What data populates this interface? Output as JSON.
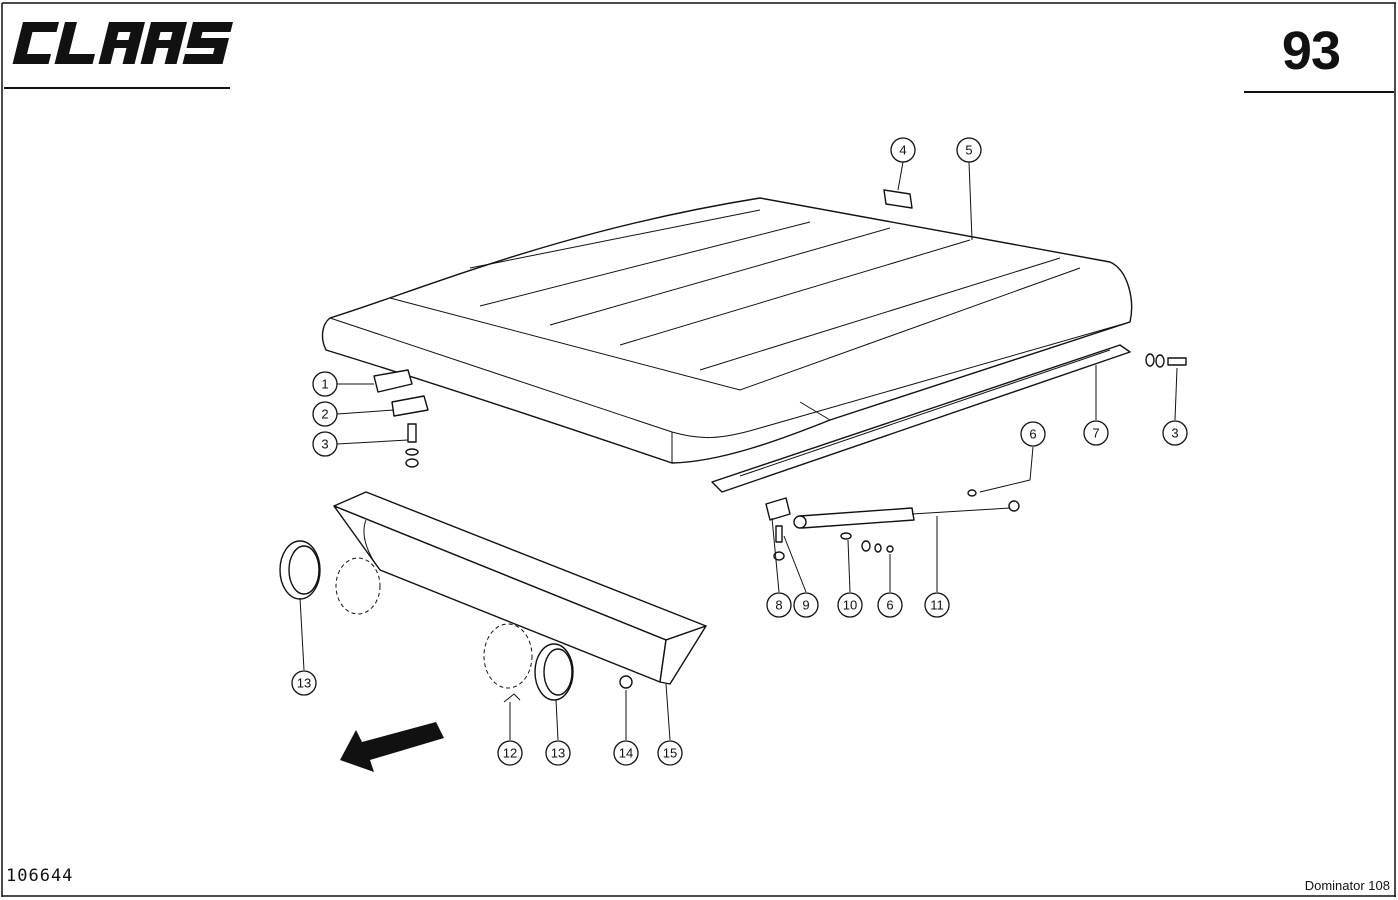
{
  "header": {
    "brand_logo_text": "CLAAS",
    "page_number": "93"
  },
  "footer": {
    "document_id": "106644",
    "model": "Dominator 108"
  },
  "callouts": [
    {
      "id": "c1",
      "label": "1"
    },
    {
      "id": "c2",
      "label": "2"
    },
    {
      "id": "c3a",
      "label": "3"
    },
    {
      "id": "c3b",
      "label": "3"
    },
    {
      "id": "c4",
      "label": "4"
    },
    {
      "id": "c5",
      "label": "5"
    },
    {
      "id": "c6a",
      "label": "6"
    },
    {
      "id": "c6b",
      "label": "6"
    },
    {
      "id": "c7",
      "label": "7"
    },
    {
      "id": "c8",
      "label": "8"
    },
    {
      "id": "c9",
      "label": "9"
    },
    {
      "id": "c10",
      "label": "10"
    },
    {
      "id": "c11",
      "label": "11"
    },
    {
      "id": "c12",
      "label": "12"
    },
    {
      "id": "c13a",
      "label": "13"
    },
    {
      "id": "c13b",
      "label": "13"
    },
    {
      "id": "c14",
      "label": "14"
    },
    {
      "id": "c15",
      "label": "15"
    }
  ]
}
